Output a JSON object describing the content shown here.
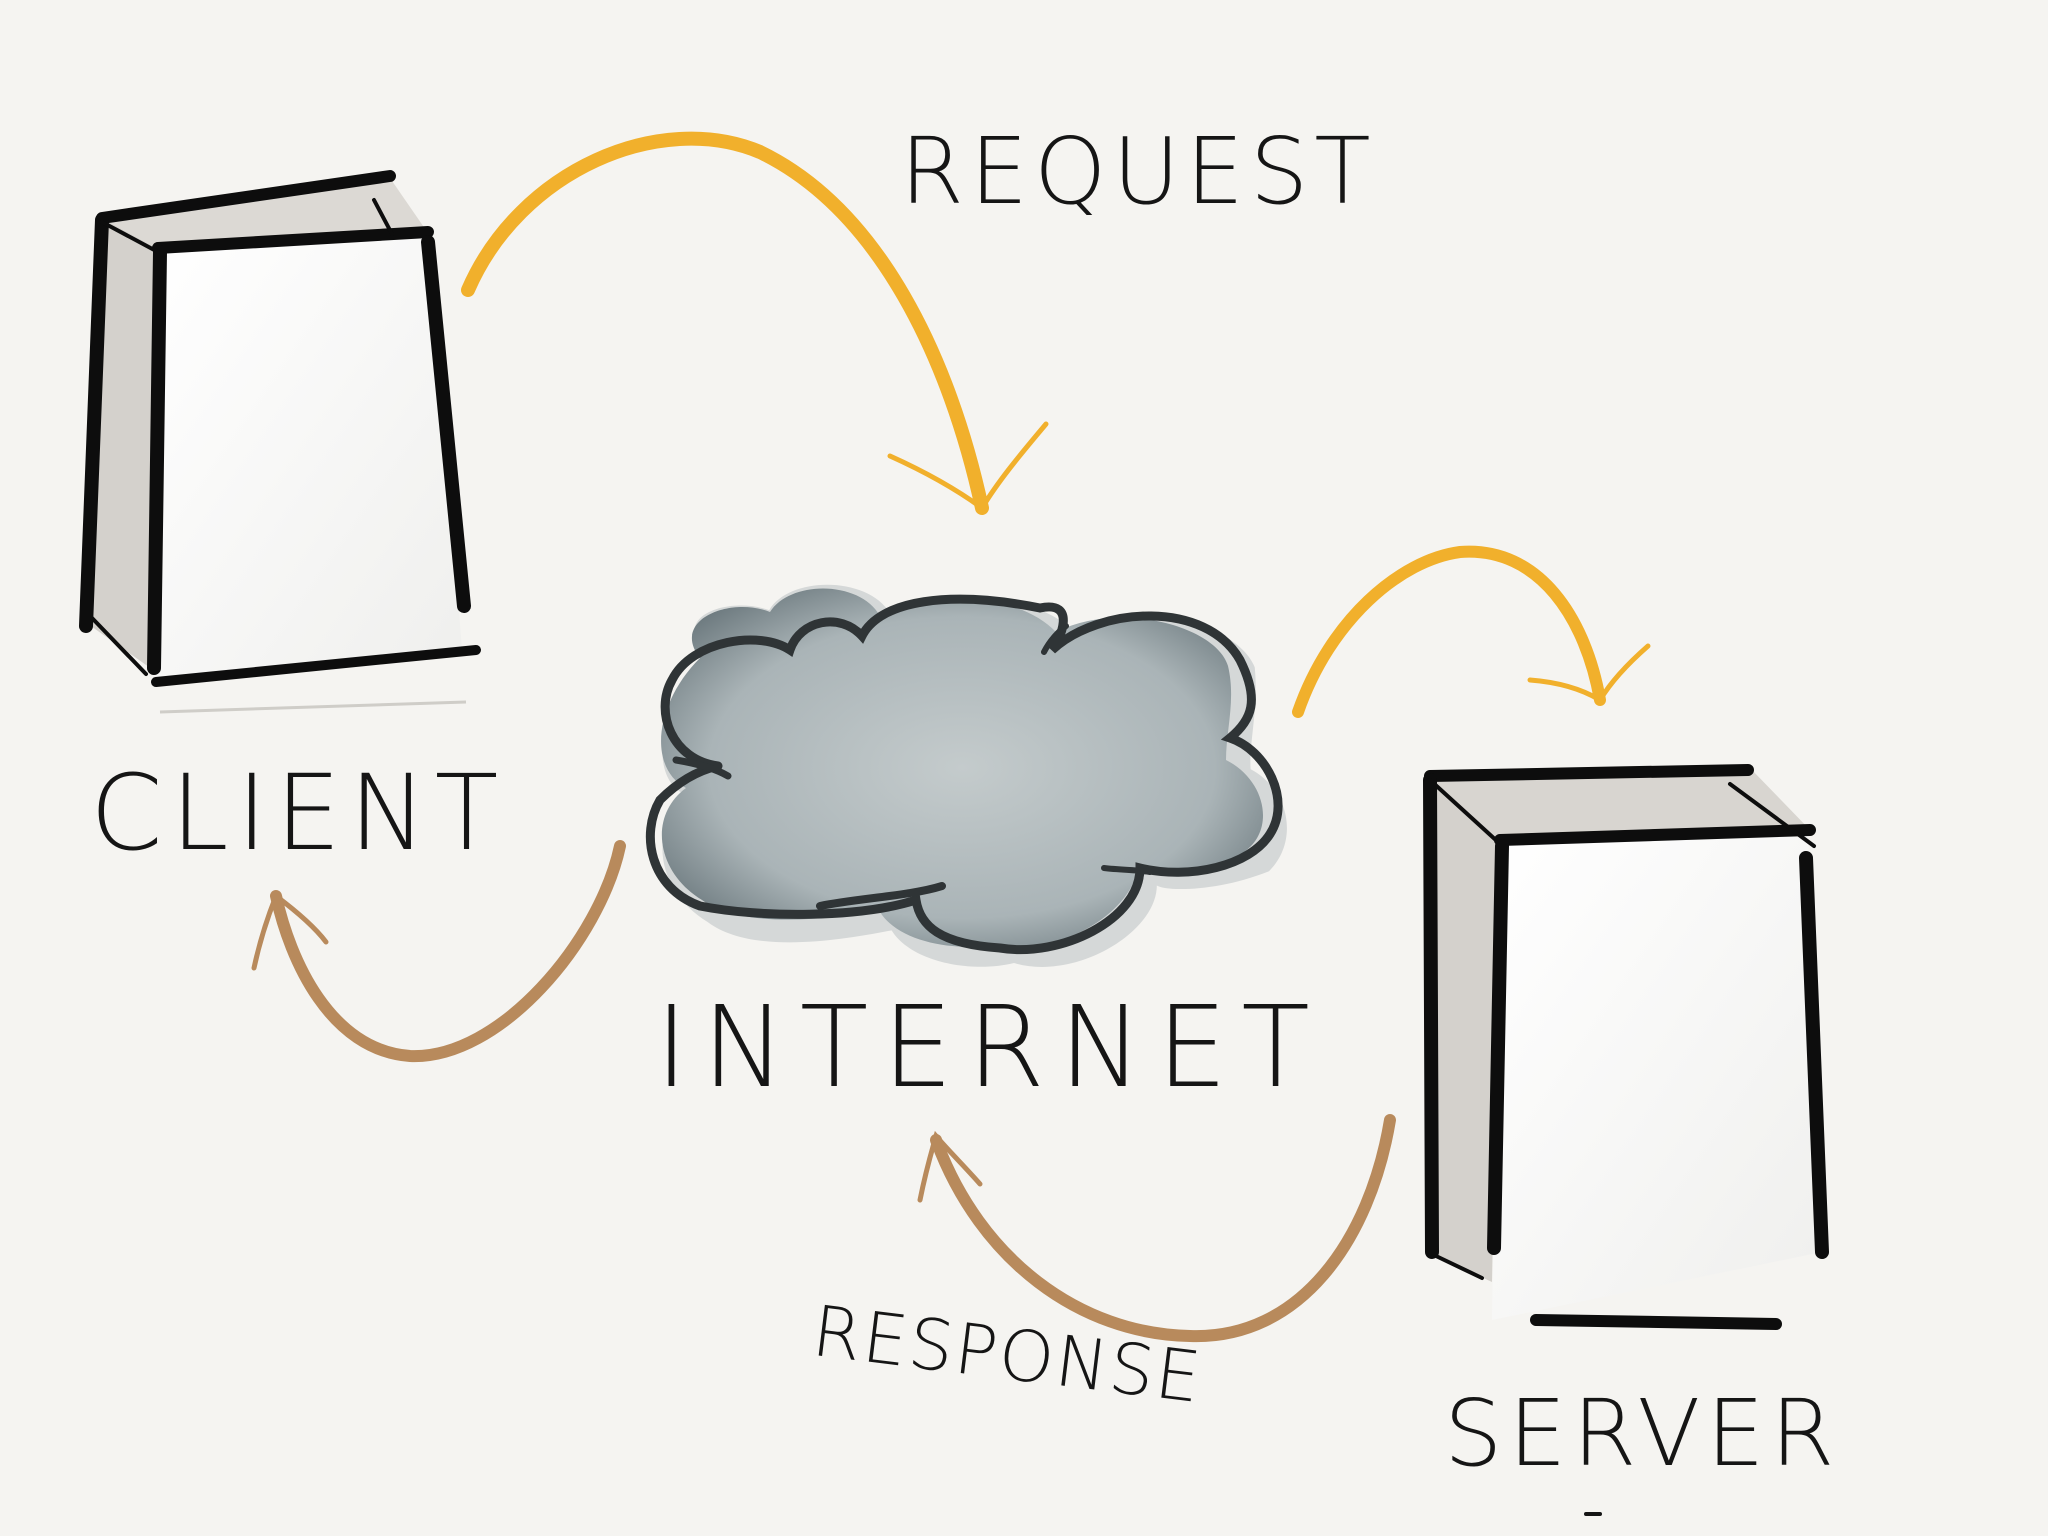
{
  "labels": {
    "client": "CLIENT",
    "internet": "INTERNET",
    "server": "SERVER",
    "request": "REQUEST",
    "response": "RESPONSE"
  },
  "colors": {
    "background": "#f5f4f1",
    "request_arrow": "#f1b02c",
    "response_arrow": "#b88a5c",
    "cloud_fill": "#a9b3b6",
    "cloud_outline": "#2f3436",
    "device_outline": "#0d0d0d",
    "device_side": "#d3d0cb",
    "device_screen": "#fbfbfa"
  }
}
